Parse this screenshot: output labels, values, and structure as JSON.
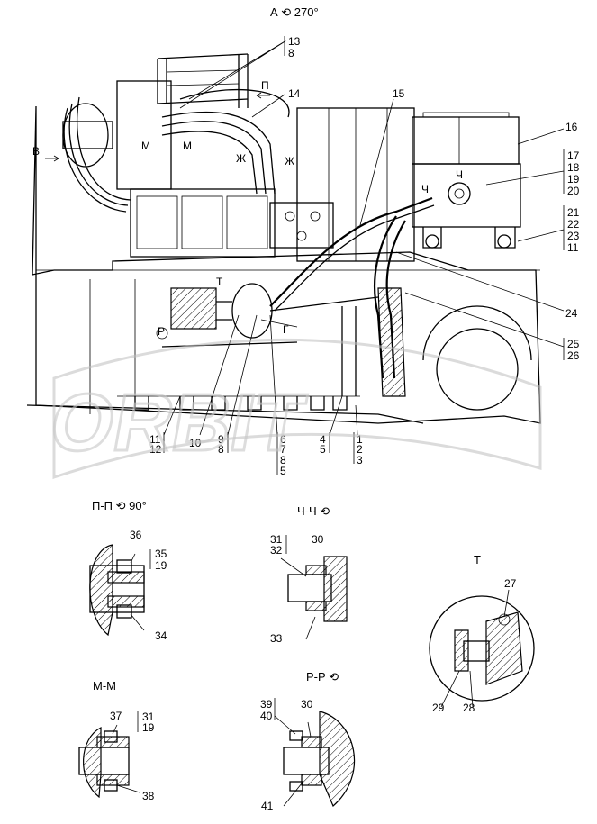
{
  "view_titles": {
    "main": "А ⟲ 270°",
    "section_pp": "П-П ⟲ 90°",
    "section_chch": "Ч-Ч ⟲",
    "detail_t": "Т",
    "section_mm": "М-М",
    "section_rr": "Р-Р ⟲"
  },
  "main_labels": {
    "l13": "13",
    "l8a": "8",
    "l14": "14",
    "l15": "15",
    "l16": "16",
    "l17": "17",
    "l18": "18",
    "l19": "19",
    "l20": "20",
    "l21": "21",
    "l22": "22",
    "l23": "23",
    "l11a": "11",
    "l24": "24",
    "l25": "25",
    "l26": "26",
    "b11": "11",
    "b12": "12",
    "b10": "10",
    "b9": "9",
    "b8": "8",
    "b6": "6",
    "b7": "7",
    "b8b": "8",
    "b5": "5",
    "b4": "4",
    "b5b": "5",
    "b1": "1",
    "b2": "2",
    "b3": "3"
  },
  "view_markers": {
    "p": "П",
    "v": "В",
    "m1": "М",
    "m2": "М",
    "zh1": "Ж",
    "zh2": "Ж",
    "ch1": "Ч",
    "ch2": "Ч",
    "t": "Т",
    "g": "Г",
    "r": "Р"
  },
  "section_labels": {
    "pp": {
      "a": "36",
      "b": "35",
      "c": "19",
      "d": "34"
    },
    "chch": {
      "a": "31",
      "b": "32",
      "c": "30",
      "d": "33"
    },
    "t": {
      "a": "27",
      "b": "29",
      "c": "28"
    },
    "mm": {
      "a": "37",
      "b": "31",
      "c": "19",
      "d": "38"
    },
    "rr": {
      "a": "39",
      "b": "40",
      "c": "30",
      "d": "41"
    }
  },
  "watermark": "ORBIT"
}
